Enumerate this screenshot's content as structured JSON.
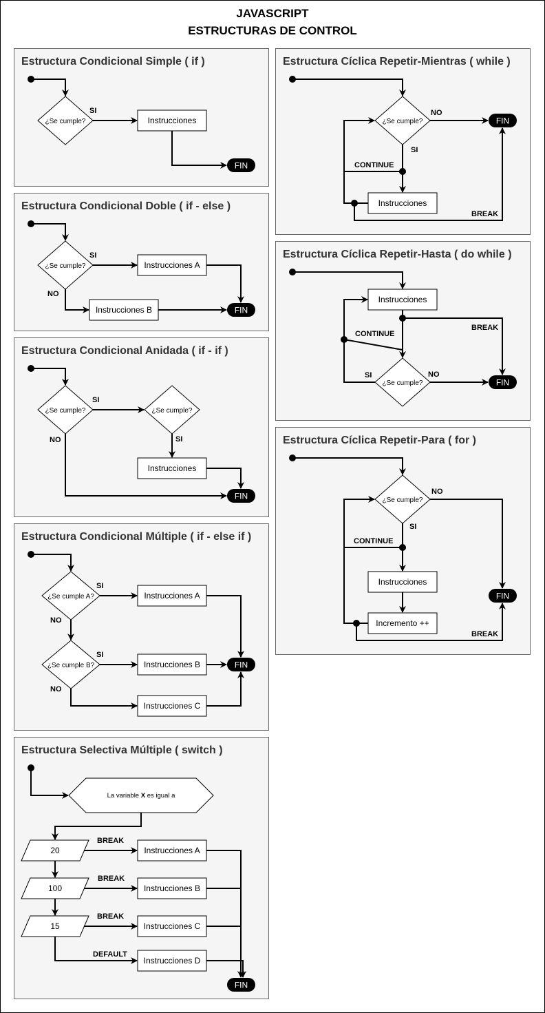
{
  "title": {
    "line1": "JAVASCRIPT",
    "line2": "ESTRUCTURAS DE CONTROL"
  },
  "panels": {
    "if_simple": {
      "title": "Estructura Condicional Simple ( if )",
      "condition": "¿Se cumple?",
      "yes": "SI",
      "instructions": "Instrucciones",
      "end": "FIN"
    },
    "if_else": {
      "title": "Estructura Condicional Doble ( if - else )",
      "condition": "¿Se cumple?",
      "yes": "SI",
      "no": "NO",
      "instructions_a": "Instrucciones A",
      "instructions_b": "Instrucciones B",
      "end": "FIN"
    },
    "if_if": {
      "title": "Estructura Condicional Anidada ( if - if )",
      "condition_1": "¿Se cumple?",
      "condition_2": "¿Se cumple?",
      "yes_1": "SI",
      "yes_2": "SI",
      "no": "NO",
      "instructions": "Instrucciones",
      "end": "FIN"
    },
    "if_else_if": {
      "title": "Estructura Condicional Múltiple ( if - else if )",
      "condition_a": "¿Se cumple A?",
      "condition_b": "¿Se cumple B?",
      "yes_a": "SI",
      "yes_b": "SI",
      "no_a": "NO",
      "no_b": "NO",
      "instructions_a": "Instrucciones A",
      "instructions_b": "Instrucciones B",
      "instructions_c": "Instrucciones C",
      "end": "FIN"
    },
    "switch": {
      "title": "Estructura Selectiva Múltiple ( switch )",
      "header_prefix": "La variable ",
      "header_var": "X",
      "header_suffix": " es igual a",
      "case_1": "20",
      "case_2": "100",
      "case_3": "15",
      "break_1": "BREAK",
      "break_2": "BREAK",
      "break_3": "BREAK",
      "default": "DEFAULT",
      "instructions_a": "Instrucciones A",
      "instructions_b": "Instrucciones B",
      "instructions_c": "Instrucciones C",
      "instructions_d": "Instrucciones D",
      "end": "FIN"
    },
    "while": {
      "title": "Estructura Cíclica Repetir-Mientras ( while )",
      "condition": "¿Se cumple?",
      "yes": "SI",
      "no": "NO",
      "continue": "CONTINUE",
      "break": "BREAK",
      "instructions": "Instrucciones",
      "end": "FIN"
    },
    "do_while": {
      "title": "Estructura Cíclica Repetir-Hasta ( do while )",
      "condition": "¿Se cumple?",
      "yes": "SI",
      "no": "NO",
      "continue": "CONTINUE",
      "break": "BREAK",
      "instructions": "Instrucciones",
      "end": "FIN"
    },
    "for": {
      "title": "Estructura Cíclica Repetir-Para ( for )",
      "condition": "¿Se cumple?",
      "yes": "SI",
      "no": "NO",
      "continue": "CONTINUE",
      "break": "BREAK",
      "instructions": "Instrucciones",
      "increment": "Incremento ++",
      "end": "FIN"
    }
  }
}
